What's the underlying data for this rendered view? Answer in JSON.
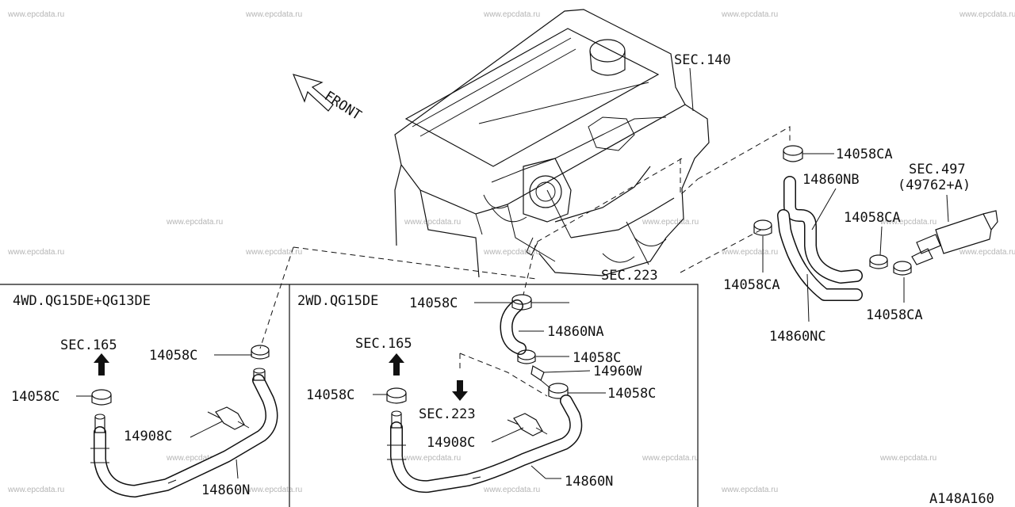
{
  "watermark": "www.epcdata.ru",
  "variants": {
    "left": "4WD.QG15DE+QG13DE",
    "right": "2WD.QG15DE"
  },
  "front_label": "FRONT",
  "sections": {
    "sec140": "SEC.140",
    "sec497": "SEC.497",
    "sec497_sub": "(49762+A)",
    "sec223_top": "SEC.223",
    "sec165_left": "SEC.165",
    "sec165_right": "SEC.165",
    "sec223_right": "SEC.223"
  },
  "parts": {
    "p14058CA_top": "14058CA",
    "p14860NB": "14860NB",
    "p14058CA_mid": "14058CA",
    "p14058CA_left": "14058CA",
    "p14058CA_bottom": "14058CA",
    "p14860NC": "14860NC",
    "p14058C_r1": "14058C",
    "p14860NA": "14860NA",
    "p14058C_r2": "14058C",
    "p14960W": "14960W",
    "p14058C_r3": "14058C",
    "p14058C_r4": "14058C",
    "p14908C_r": "14908C",
    "p14860N_r": "14860N",
    "p14058C_l1": "14058C",
    "p14058C_l2": "14058C",
    "p14908C_l": "14908C",
    "p14860N_l": "14860N"
  },
  "diagram_code": "A148A160",
  "icons": [
    "front-arrow-icon",
    "up-arrow-icon",
    "down-arrow-icon"
  ]
}
